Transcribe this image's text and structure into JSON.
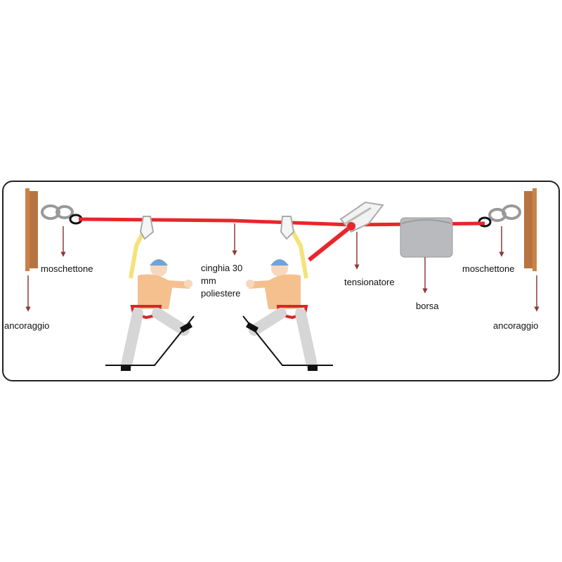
{
  "labels": {
    "ancoraggio_left": "ancoraggio",
    "moschettone_left": "moschettone",
    "cinghia_line1": "cinghia 30",
    "cinghia_line2": "mm",
    "cinghia_line3": "poliestere",
    "tensionatore": "tensionatore",
    "borsa": "borsa",
    "moschettone_right": "moschettone",
    "ancoraggio_right": "ancoraggio"
  },
  "colors": {
    "strap": "#e8262b",
    "anchor_wood": "#c8834a",
    "arrow": "#8b3a3a",
    "frame": "#222222",
    "helmet": "#6fa3d8",
    "shirt": "#f5c08e",
    "pants": "#d6d6d6",
    "bag": "#b8babd",
    "lanyard": "#f4e27a"
  }
}
